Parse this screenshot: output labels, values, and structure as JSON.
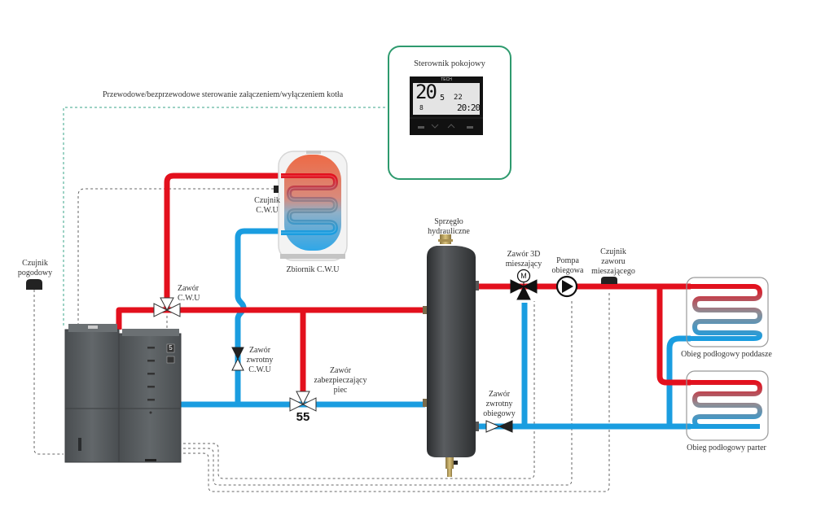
{
  "colors": {
    "supply": "#e3101d",
    "return": "#1a9de0",
    "controller_border": "#2e9a6e",
    "boiler": "#55595c",
    "clutch": "#444749"
  },
  "labels": {
    "wired_control": "Przewodowe/bezprzewodowe sterowanie załączeniem/wyłączeniem kotła",
    "room_controller": "Sterownik pokojowy",
    "cwu_sensor": [
      "Czujnik",
      "C.W.U"
    ],
    "cwu_tank": "Zbiornik C.W.U",
    "weather_sensor": [
      "Czujnik",
      "pogodowy"
    ],
    "cwu_valve": [
      "Zawór",
      "C.W.U"
    ],
    "cwu_check_valve": [
      "Zawór",
      "zwrotny",
      "C.W.U"
    ],
    "safety_valve": [
      "Zawór",
      "zabezpieczający",
      "piec"
    ],
    "safety_valve_temp": "55",
    "hydraulic_clutch": [
      "Sprzęgło",
      "hydrauliczne"
    ],
    "mixing_valve": [
      "Zawór 3D",
      "mieszający"
    ],
    "mixing_valve_motor": "M",
    "circulation_pump": [
      "Pompa",
      "obiegowa"
    ],
    "mixing_sensor": [
      "Czujnik",
      "zaworu",
      "mieszającego"
    ],
    "circuit_check_valve": [
      "Zawór",
      "zwrotny",
      "obiegowy"
    ],
    "floor_attic": "Obieg podłogowy poddasze",
    "floor_ground": "Obieg podłogowy parter"
  },
  "thermostat": {
    "brand": "TECH",
    "temp_main": "20",
    "temp_decimal": "5",
    "temp_set": "22",
    "humidity": "8",
    "time": "20:20"
  },
  "boiler": {
    "badge": "5"
  }
}
